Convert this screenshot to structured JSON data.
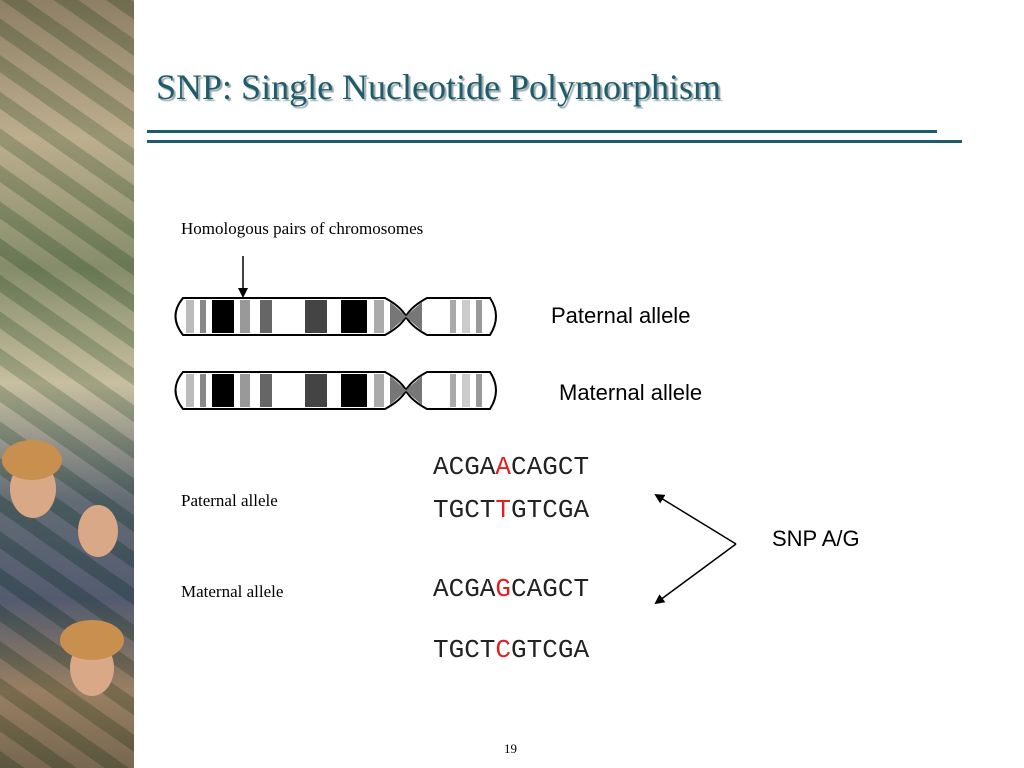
{
  "slide": {
    "title": "SNP: Single Nucleotide Polymorphism",
    "page_number": "19"
  },
  "chromosomes": {
    "caption": "Homologous pairs of chromosomes",
    "paternal_label": "Paternal allele",
    "maternal_label": "Maternal allele"
  },
  "sequences": {
    "paternal_label": "Paternal allele",
    "maternal_label": "Maternal allele",
    "paternal_top": {
      "prefix": "ACGA",
      "snp": "A",
      "suffix": "CAGCT"
    },
    "paternal_bottom": {
      "prefix": "TGCT",
      "snp": "T",
      "suffix": "GTCGA"
    },
    "maternal_top": {
      "prefix": "ACGA",
      "snp": "G",
      "suffix": "CAGCT"
    },
    "maternal_bottom": {
      "prefix": "TGCT",
      "snp": "C",
      "suffix": "GTCGA"
    },
    "snp_label": "SNP A/G",
    "snp_color": "#e02020"
  },
  "colors": {
    "title": "#1f5c6a"
  }
}
